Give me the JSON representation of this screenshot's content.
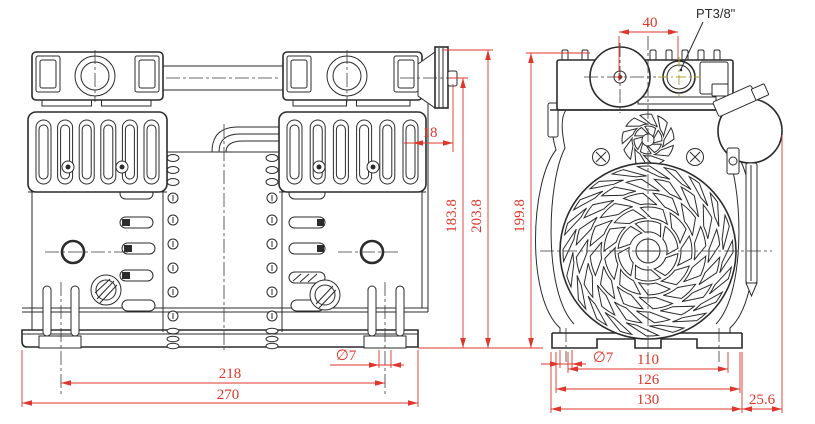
{
  "colors": {
    "line": "#2b2b2b",
    "dimension": "#df352a",
    "centerline": "#3a3a3a",
    "port_centerline": "#a8a12f",
    "background": "#ffffff"
  },
  "dims": {
    "port_spacing": "40",
    "port_thread": "PT3/8\"",
    "head_offset": "18",
    "body_height": "183.8",
    "total_height": "203.8",
    "side_height": "199.8",
    "foot_hole_front": "∅7",
    "foot_span": "218",
    "overall_width": "270",
    "foot_hole_side": "∅7",
    "base_inner": "110",
    "base_mid": "126",
    "base_outer": "130",
    "side_overhang": "25.6"
  }
}
